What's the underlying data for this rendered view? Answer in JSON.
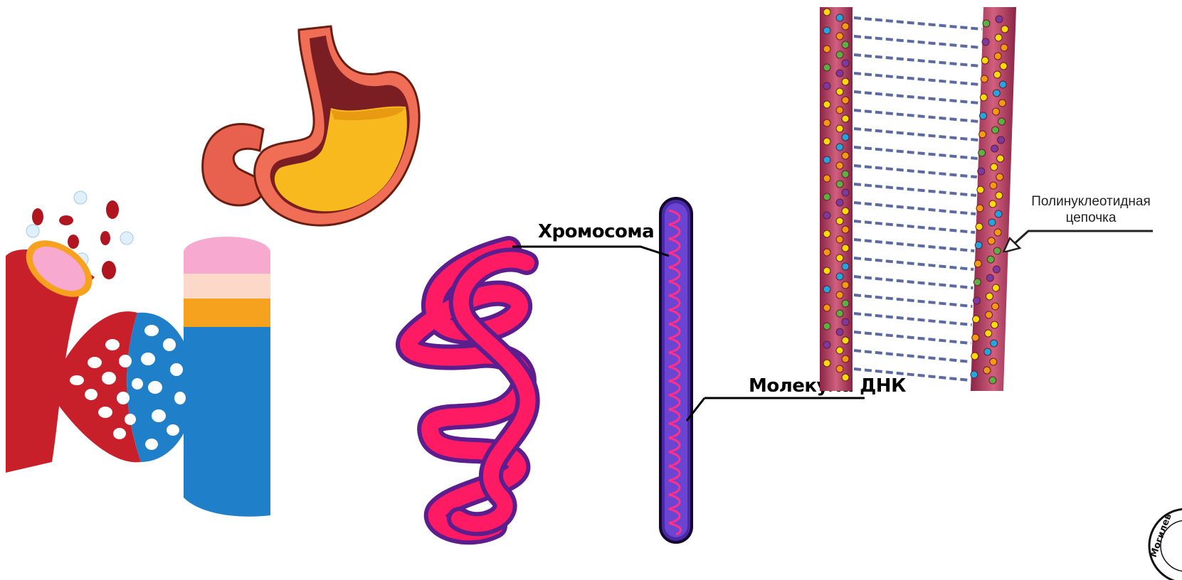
{
  "labels": {
    "chromosome": "Хромосома",
    "dna_molecule": "Молекула ДНК",
    "polynucleotide_line1": "Полинуклеотидная",
    "polynucleotide_line2": "цепочка",
    "seal_text": "Могилев"
  },
  "icons": {
    "stomach": "stomach-illustration",
    "capillary": "capillary-network-illustration",
    "coil": "coiled-chromosome-illustration",
    "rod": "chromosome-rod-illustration",
    "dna": "dna-strands-illustration",
    "seal": "seal-stamp"
  },
  "colors": {
    "artery": "#c8202a",
    "vein": "#1f7fc8",
    "chromosome_pink": "#ff1a64",
    "chromosome_purple": "#5b1e8c",
    "strand": "#b23a5e",
    "bond": "#5b6aa0"
  }
}
